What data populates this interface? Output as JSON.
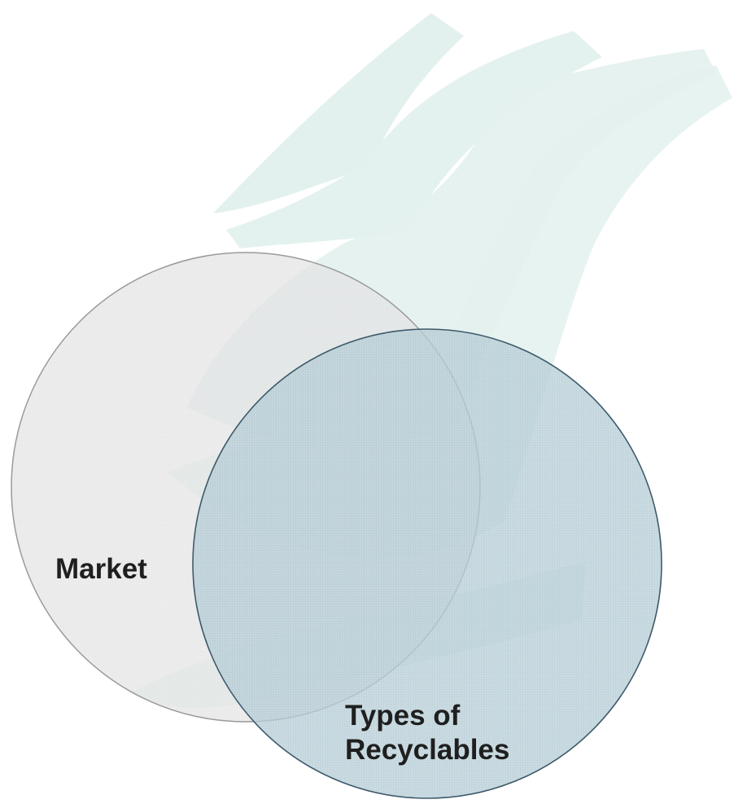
{
  "diagram": {
    "type": "venn",
    "circles": [
      {
        "name": "market",
        "label": "Market",
        "fill": "#dcdcdc",
        "stroke": "#9a9a9a"
      },
      {
        "name": "types-of-recyclables",
        "label_lines": [
          "Types of",
          "Recyclables"
        ],
        "fill": "#bcd2da",
        "stroke": "#3d5a6a"
      }
    ],
    "background_color": "#e3f1ee"
  }
}
